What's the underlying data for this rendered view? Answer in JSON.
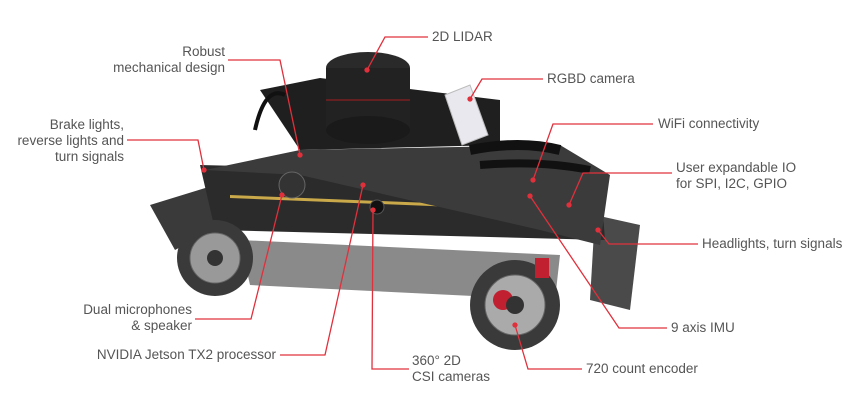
{
  "diagram": {
    "subject": "Autonomous robot car platform",
    "accent_color": "#e0303c",
    "text_color": "#555555",
    "callouts": [
      {
        "id": "lidar",
        "lines": [
          "2D LIDAR"
        ]
      },
      {
        "id": "mechanical",
        "lines": [
          "Robust",
          "mechanical design"
        ]
      },
      {
        "id": "rgbd",
        "lines": [
          "RGBD camera"
        ]
      },
      {
        "id": "brake",
        "lines": [
          "Brake lights,",
          "reverse lights and",
          "turn signals"
        ]
      },
      {
        "id": "wifi",
        "lines": [
          "WiFi connectivity"
        ]
      },
      {
        "id": "io",
        "lines": [
          "User expandable IO",
          "for SPI, I2C, GPIO"
        ]
      },
      {
        "id": "headlights",
        "lines": [
          "Headlights, turn signals"
        ]
      },
      {
        "id": "mic",
        "lines": [
          "Dual microphones",
          "& speaker"
        ]
      },
      {
        "id": "imu",
        "lines": [
          "9 axis IMU"
        ]
      },
      {
        "id": "jetson",
        "lines": [
          "NVIDIA Jetson TX2 processor"
        ]
      },
      {
        "id": "csi",
        "lines": [
          "360° 2D",
          "CSI cameras"
        ]
      },
      {
        "id": "encoder",
        "lines": [
          "720 count encoder"
        ]
      }
    ]
  }
}
